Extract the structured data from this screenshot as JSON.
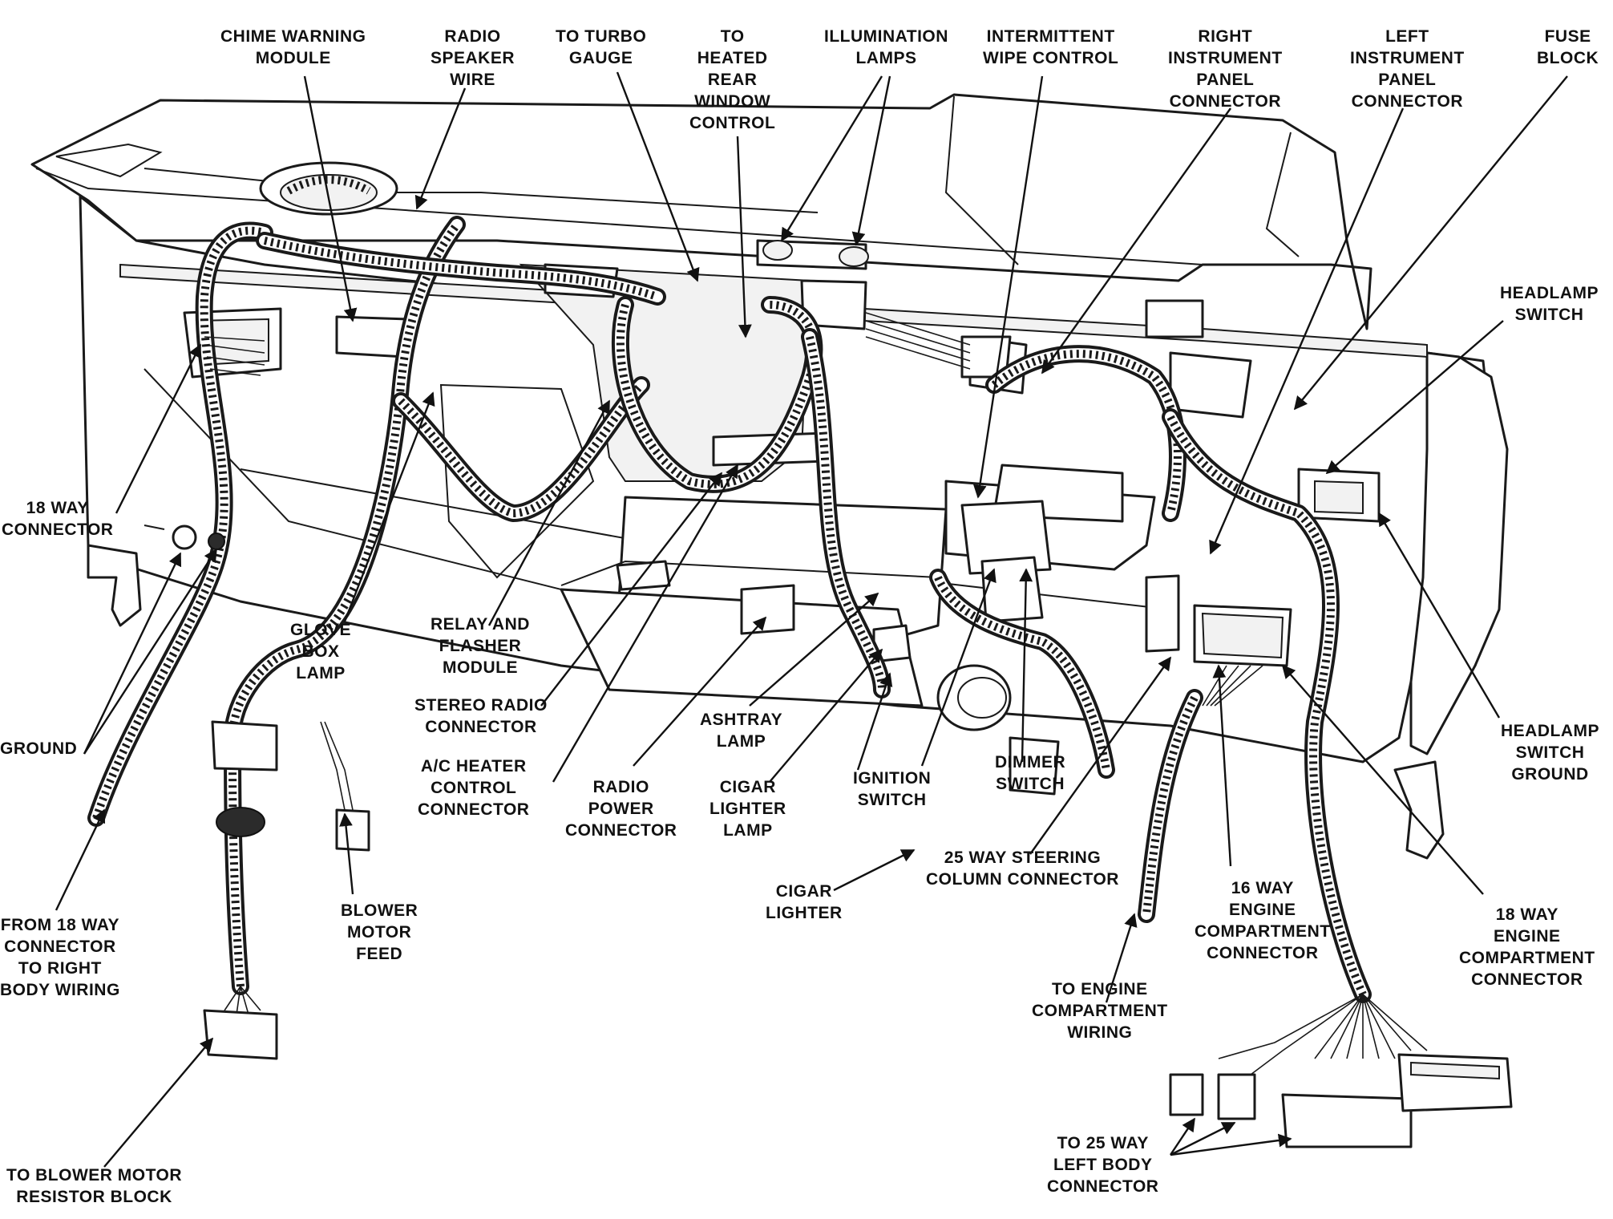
{
  "labels": {
    "chime_warning_module": "CHIME WARNING\nMODULE",
    "radio_speaker_wire": "RADIO\nSPEAKER\nWIRE",
    "to_turbo_gauge": "TO TURBO\nGAUGE",
    "to_heated_rear_window_control": "TO\nHEATED\nREAR\nWINDOW\nCONTROL",
    "illumination_lamps": "ILLUMINATION\nLAMPS",
    "intermittent_wipe_control": "INTERMITTENT\nWIPE CONTROL",
    "right_instrument_panel_connector": "RIGHT\nINSTRUMENT\nPANEL\nCONNECTOR",
    "left_instrument_panel_connector": "LEFT\nINSTRUMENT\nPANEL\nCONNECTOR",
    "fuse_block": "FUSE\nBLOCK",
    "headlamp_switch": "HEADLAMP\nSWITCH",
    "way18_connector": "18 WAY\nCONNECTOR",
    "ground": "GROUND",
    "glove_box_lamp": "GLOVE\nBOX\nLAMP",
    "relay_and_flasher_module": "RELAY AND\nFLASHER\nMODULE",
    "stereo_radio_connector": "STEREO RADIO\nCONNECTOR",
    "ac_heater_control_connector": "A/C HEATER\nCONTROL\nCONNECTOR",
    "radio_power_connector": "RADIO\nPOWER\nCONNECTOR",
    "ashtray_lamp": "ASHTRAY\nLAMP",
    "cigar_lighter_lamp": "CIGAR\nLIGHTER\nLAMP",
    "ignition_switch": "IGNITION\nSWITCH",
    "dimmer_switch": "DIMMER\nSWITCH",
    "headlamp_switch_ground": "HEADLAMP\nSWITCH\nGROUND",
    "from_18_way_connector": "FROM 18 WAY\nCONNECTOR\nTO RIGHT\nBODY WIRING",
    "blower_motor_feed": "BLOWER\nMOTOR\nFEED",
    "cigar_lighter": "CIGAR\nLIGHTER",
    "way25_steering_column_connector": "25 WAY STEERING\nCOLUMN CONNECTOR",
    "way16_engine_compartment_connector": "16 WAY\nENGINE\nCOMPARTMENT\nCONNECTOR",
    "way18_engine_compartment_connector": "18 WAY\nENGINE\nCOMPARTMENT\nCONNECTOR",
    "to_engine_compartment_wiring": "TO ENGINE\nCOMPARTMENT\nWIRING",
    "to_blower_motor_resistor_block": "TO BLOWER MOTOR\nRESISTOR BLOCK",
    "to_25_way_left_body_connector": "TO 25 WAY\nLEFT BODY\nCONNECTOR"
  }
}
